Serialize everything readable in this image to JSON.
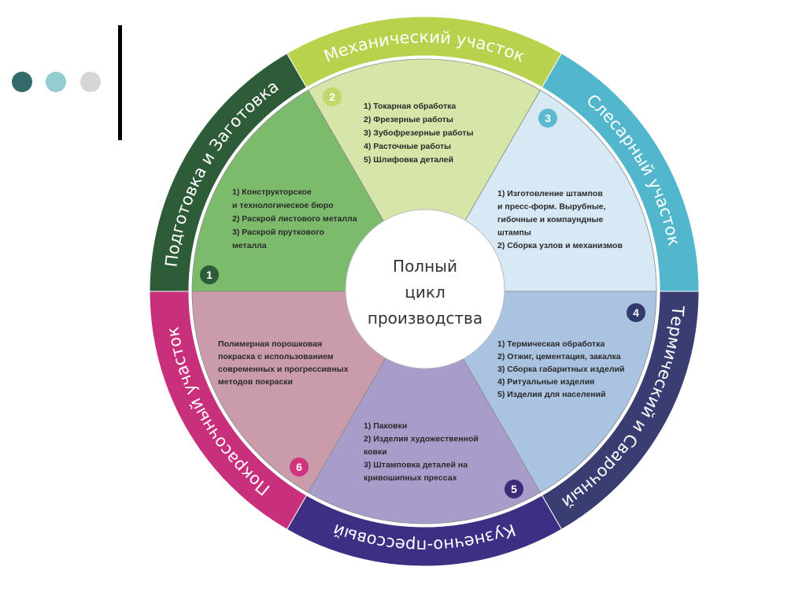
{
  "decor": {
    "dots": [
      "#336b6b",
      "#93cdd1",
      "#d6d6d6"
    ]
  },
  "center": {
    "lines": [
      "Полный",
      "цикл",
      "производства"
    ]
  },
  "sectors": [
    {
      "number": "1",
      "title": "Подготовка и Заготовка",
      "ring_color": "#2f5c38",
      "fill_color": "#7dbb6c",
      "badge_color": "#2f5c38",
      "items": [
        "1) Конструкторское",
        "и технологическое бюро",
        "2) Раскрой листового металла",
        "3) Раскрой пруткового",
        "металла"
      ]
    },
    {
      "number": "2",
      "title": "Механический участок",
      "ring_color": "#b8d24e",
      "fill_color": "#d6e5a8",
      "badge_color": "#c2d76a",
      "items": [
        "1) Токарная обработка",
        "2) Фрезерные работы",
        "3) Зубофрезерные работы",
        "4) Расточные работы",
        "5) Шлифовка деталей"
      ]
    },
    {
      "number": "3",
      "title": "Слесарный участок",
      "ring_color": "#52b6cd",
      "fill_color": "#d7e9f5",
      "badge_color": "#5cb9d0",
      "items": [
        "1) Изготовление штампов",
        "и пресс-форм. Вырубные,",
        "гибочные и компаундные",
        "штампы",
        "2) Сборка узлов и механизмов"
      ]
    },
    {
      "number": "4",
      "title": "Термический и Сварочный",
      "ring_color": "#393d72",
      "fill_color": "#aac3e1",
      "badge_color": "#323a6e",
      "items": [
        "1) Термическая обработка",
        "2) Отжиг, цементация, закалка",
        "3) Сборка габаритных изделий",
        "4) Ритуальные изделия",
        "5) Изделия для населений"
      ]
    },
    {
      "number": "5",
      "title": "Кузнечно-прессовый",
      "ring_color": "#3e2f85",
      "fill_color": "#a89ccb",
      "badge_color": "#3d2a7a",
      "items": [
        "1) Паковки",
        "2) Изделия художественной",
        "ковки",
        "3) Штамповка деталей на",
        "кривошипных прессах"
      ]
    },
    {
      "number": "6",
      "title": "Покрасочный участок",
      "ring_color": "#c8307b",
      "fill_color": "#c99bab",
      "badge_color": "#d0347e",
      "items": [
        "Полимерная порошковая",
        "покраска с использованием",
        "современных и прогрессивных",
        "методов покраски"
      ]
    }
  ]
}
